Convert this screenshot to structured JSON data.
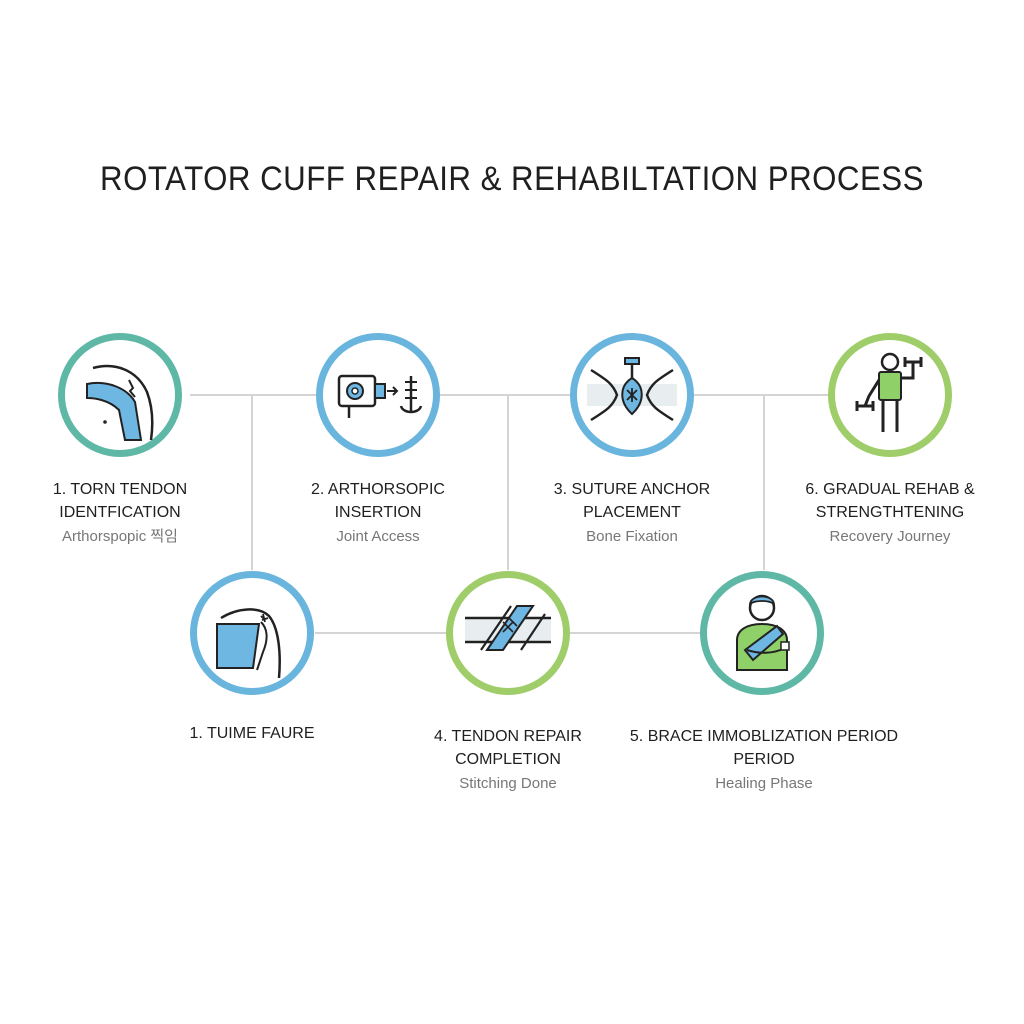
{
  "title": "ROTATOR CUFF REPAIR & REHABILTATION PROCESS",
  "colors": {
    "teal": "#5fb8a6",
    "blue": "#6ab5dd",
    "green": "#9fcd6a",
    "line": "#d4d4d4",
    "fill_blue": "#6fb7e3",
    "fill_green": "#8fd168"
  },
  "steps": [
    {
      "id": "torn-tendon",
      "title_lines": [
        "1. TORN TENDON",
        "IDENTFICATION"
      ],
      "subtitle": "Arthorspopic 찍임",
      "icon": "shoulder-tear-icon",
      "ring": "teal"
    },
    {
      "id": "arthroscopic-insertion",
      "title_lines": [
        "2. ARTHORSOPIC",
        "INSERTION"
      ],
      "subtitle": "Joint Access",
      "icon": "arthroscope-anchor-icon",
      "ring": "blue"
    },
    {
      "id": "suture-anchor",
      "title_lines": [
        "3. SUTURE ANCHOR",
        "PLACEMENT"
      ],
      "subtitle": "Bone Fixation",
      "icon": "suture-anchor-icon",
      "ring": "blue"
    },
    {
      "id": "gradual-rehab",
      "title_lines": [
        "6. GRADUAL REHAB &",
        "STRENGTHTENING"
      ],
      "subtitle": "Recovery Journey",
      "icon": "dumbbell-person-icon",
      "ring": "green"
    },
    {
      "id": "tiume-faure",
      "title_lines": [
        "1. TUIME FAURE"
      ],
      "subtitle": "",
      "icon": "shoulder-stitch-icon",
      "ring": "blue"
    },
    {
      "id": "tendon-repair",
      "title_lines": [
        "4. TENDON REPAIR",
        "COMPLETION"
      ],
      "subtitle": "Stitching Done",
      "icon": "tendon-stitch-icon",
      "ring": "green"
    },
    {
      "id": "brace-immobilization",
      "title_lines": [
        "5. BRACE IMMOBLIZATION PERIOD",
        "PERIOD"
      ],
      "subtitle": "Healing Phase",
      "icon": "arm-sling-person-icon",
      "ring": "teal"
    }
  ]
}
